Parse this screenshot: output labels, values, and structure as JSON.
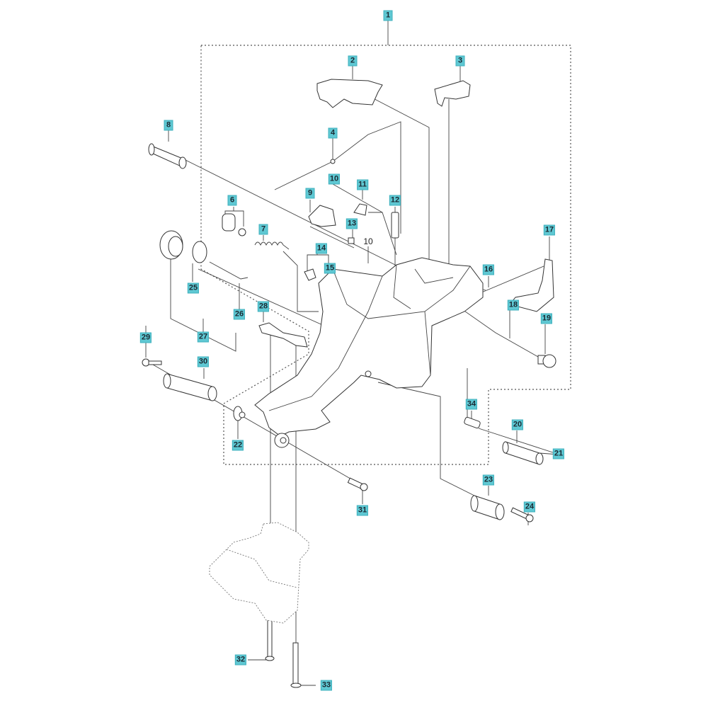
{
  "diagram": {
    "title": "Fuel tank / rear handle assembly exploded view",
    "label_color": "#5fc8d3",
    "callouts": [
      {
        "id": "1",
        "text": "1"
      },
      {
        "id": "2",
        "text": "2"
      },
      {
        "id": "3",
        "text": "3"
      },
      {
        "id": "4",
        "text": "4"
      },
      {
        "id": "6",
        "text": "6"
      },
      {
        "id": "7",
        "text": "7"
      },
      {
        "id": "8",
        "text": "8"
      },
      {
        "id": "9",
        "text": "9"
      },
      {
        "id": "10",
        "text": "10"
      },
      {
        "id": "11",
        "text": "11"
      },
      {
        "id": "12",
        "text": "12"
      },
      {
        "id": "13",
        "text": "13"
      },
      {
        "id": "14",
        "text": "14"
      },
      {
        "id": "15",
        "text": "15"
      },
      {
        "id": "16",
        "text": "16"
      },
      {
        "id": "17",
        "text": "17"
      },
      {
        "id": "18",
        "text": "18"
      },
      {
        "id": "19",
        "text": "19"
      },
      {
        "id": "20",
        "text": "20"
      },
      {
        "id": "21",
        "text": "21"
      },
      {
        "id": "22",
        "text": "22"
      },
      {
        "id": "23",
        "text": "23"
      },
      {
        "id": "24",
        "text": "24"
      },
      {
        "id": "25",
        "text": "25"
      },
      {
        "id": "26",
        "text": "26"
      },
      {
        "id": "27",
        "text": "27"
      },
      {
        "id": "28",
        "text": "28"
      },
      {
        "id": "29",
        "text": "29"
      },
      {
        "id": "30",
        "text": "30"
      },
      {
        "id": "31",
        "text": "31"
      },
      {
        "id": "32",
        "text": "32"
      },
      {
        "id": "33",
        "text": "33"
      },
      {
        "id": "34",
        "text": "34"
      }
    ],
    "plain_labels": [
      {
        "id": "10b",
        "text": "10"
      }
    ]
  }
}
